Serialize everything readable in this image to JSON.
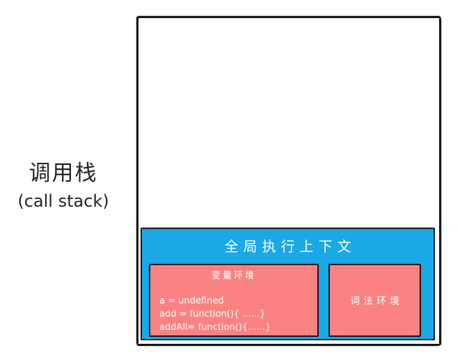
{
  "sidebar_label": {
    "zh": "调用栈",
    "en": "(call stack)"
  },
  "global_context": {
    "title": "全局执行上下文",
    "variable_environment": {
      "title": "变量环境",
      "code_lines": [
        "a = undefined",
        "add = function(){ ......}",
        "addAll= function(){......}"
      ]
    },
    "lexical_environment": {
      "title": "词法环境"
    }
  },
  "colors": {
    "context_blue": "#1aa8e6",
    "env_red": "#fa8282",
    "border_black": "#161616"
  }
}
